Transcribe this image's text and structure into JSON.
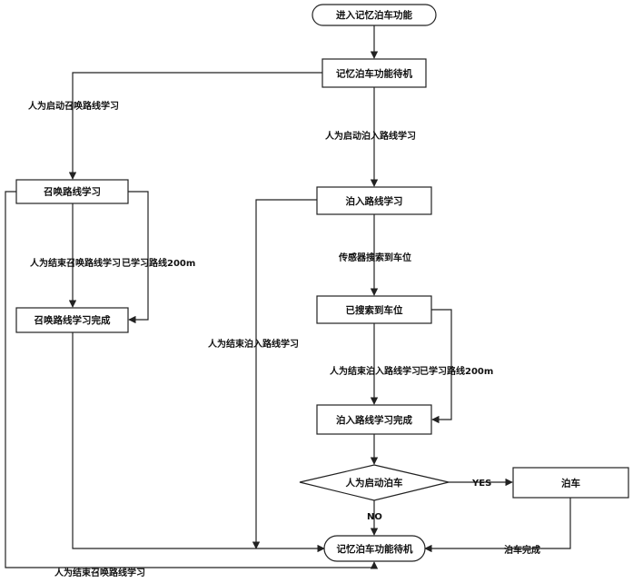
{
  "nodes": {
    "start": "进入记忆泊车功能",
    "standby_top": "记忆泊车功能待机",
    "summon_learn": "召唤路线学习",
    "summon_done": "召唤路线学习完成",
    "park_learn": "泊入路线学习",
    "found_spot": "已搜索到车位",
    "park_done": "泊入路线学习完成",
    "decision": "人为启动泊车",
    "park": "泊车",
    "standby_bottom": "记忆泊车功能待机"
  },
  "labels": {
    "start_summon": "人为启动召唤路线学习",
    "start_park_in": "人为启动泊入路线学习",
    "end_summon": "人为结束召唤路线学习",
    "learned_200_left": "已学习路线200m",
    "sensor_found": "传感器搜索到车位",
    "end_park_in_left": "人为结束泊入路线学习",
    "end_park_in": "人为结束泊入路线学习",
    "learned_200_right": "已学习路线200m",
    "yes": "YES",
    "no": "NO",
    "park_complete": "泊车完成",
    "end_summon_bottom": "人为结束召唤路线学习"
  }
}
